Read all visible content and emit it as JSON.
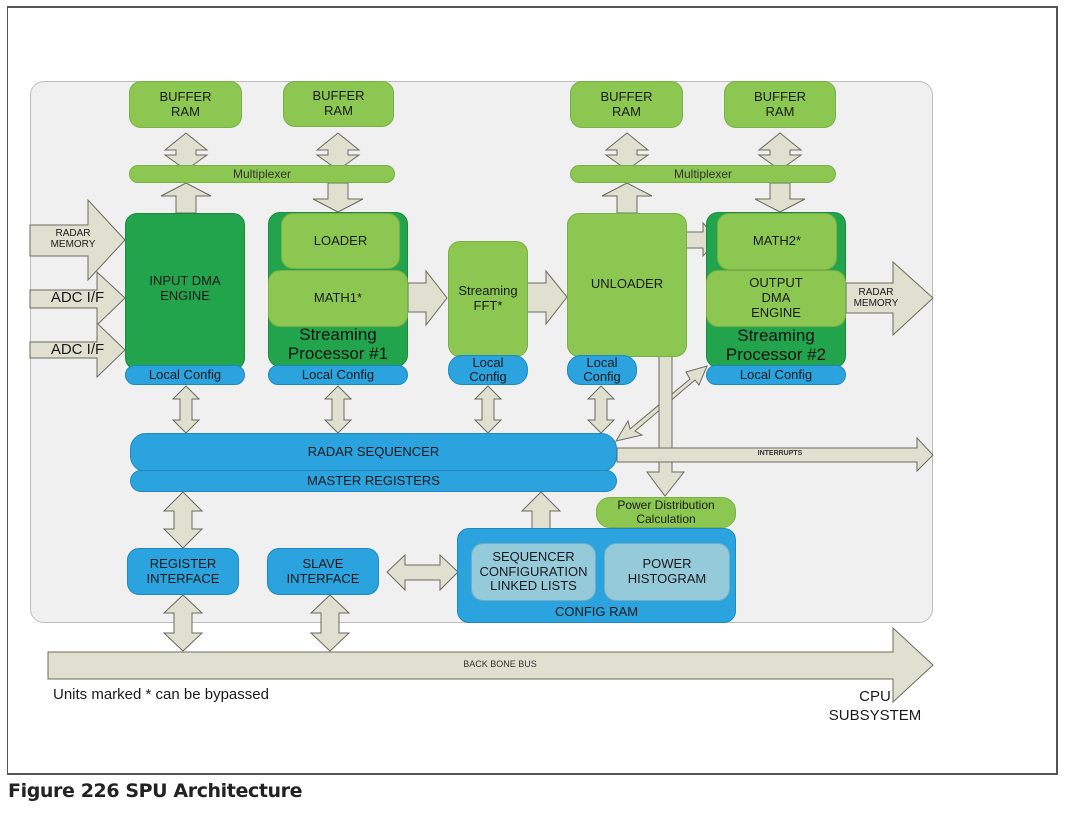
{
  "figure": {
    "caption": "Figure 226  SPU Architecture",
    "footnote": "Units marked * can be bypassed"
  },
  "buffers": [
    {
      "label": "BUFFER\nRAM"
    },
    {
      "label": "BUFFER\nRAM"
    },
    {
      "label": "BUFFER\nRAM"
    },
    {
      "label": "BUFFER\nRAM"
    }
  ],
  "multiplexers": [
    "Multiplexer",
    "Multiplexer"
  ],
  "inputs": {
    "radar_memory": "RADAR\nMEMORY",
    "adc1": "ADC I/F",
    "adc2": "ADC I/F"
  },
  "blocks": {
    "input_dma": "INPUT DMA\nENGINE",
    "loader": "LOADER",
    "math1": "MATH1*",
    "sp1_label": "Streaming\nProcessor #1",
    "fft": "Streaming\nFFT*",
    "unloader": "UNLOADER",
    "math2": "MATH2*",
    "output_dma": "OUTPUT\nDMA\nENGINE",
    "sp2_label": "Streaming\nProcessor #2",
    "radar_memory_out": "RADAR\nMEMORY"
  },
  "local_configs": {
    "input_dma": "Local Config",
    "sp1": "Local Config",
    "fft": "Local\nConfig",
    "unloader": "Local\nConfig",
    "sp2": "Local Config"
  },
  "sequencer": {
    "radar_sequencer": "RADAR SEQUENCER",
    "master_registers": "MASTER REGISTERS",
    "interrupts": "INTERRUPTS"
  },
  "power": {
    "distribution": "Power Distribution\nCalculation",
    "histogram": "POWER\nHISTOGRAM"
  },
  "config_ram": {
    "label": "CONFIG RAM",
    "linked_lists": "SEQUENCER\nCONFIGURATION\nLINKED LISTS"
  },
  "interfaces": {
    "register": "REGISTER\nINTERFACE",
    "slave": "SLAVE\nINTERFACE"
  },
  "bus": {
    "backbone": "BACK BONE BUS",
    "cpu": "CPU\nSUBSYSTEM"
  },
  "colors": {
    "light_green": "#8cc751",
    "dark_green": "#22a44d",
    "blue": "#2aa3df",
    "light_blue": "#95cadb",
    "arrow_fill": "#dfe0d0",
    "panel": "#f0f0f0"
  }
}
